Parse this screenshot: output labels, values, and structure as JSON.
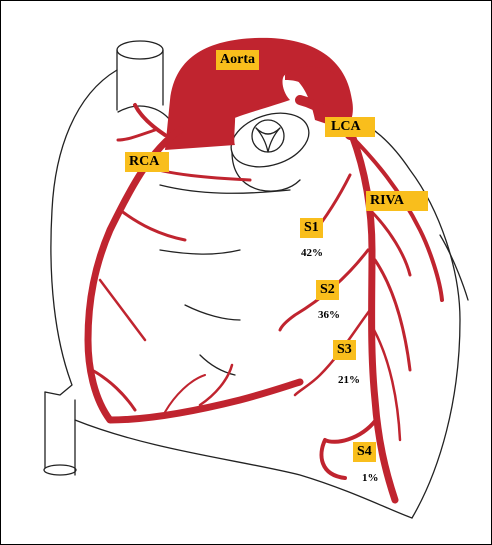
{
  "colors": {
    "artery": "#c0242f",
    "label_bg": "#f9be1c",
    "outline": "#222222"
  },
  "labels": {
    "aorta": "Aorta",
    "lca": "LCA",
    "rca": "RCA",
    "riva": "RIVA",
    "s1": "S1",
    "s2": "S2",
    "s3": "S3",
    "s4": "S4"
  },
  "percentages": {
    "s1": "42%",
    "s2": "36%",
    "s3": "21%",
    "s4": "1%"
  }
}
